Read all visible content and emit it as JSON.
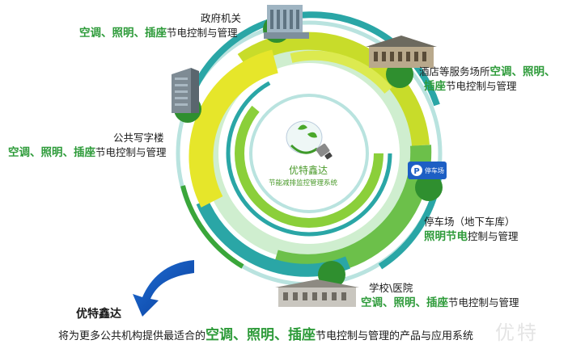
{
  "center": {
    "title": "优特鑫达",
    "subtitle": "节能减排监控管理系统"
  },
  "nodes": [
    {
      "id": "gov",
      "name": "政府机关",
      "hl": "空调、照明、插座",
      "rest": "节电控制与管理"
    },
    {
      "id": "hotel",
      "name": "酒店等服务场所",
      "hl": "空调、照明、",
      "hl2": "插座",
      "rest": "节电控制与管理"
    },
    {
      "id": "office",
      "name": "公共写字楼",
      "hl": "空调、照明、插座",
      "rest": "节电控制与管理"
    },
    {
      "id": "parking",
      "name": "停车场（地下车库）",
      "hl": "照明节电",
      "rest": "控制与管理"
    },
    {
      "id": "school",
      "name": "学校\\医院",
      "hl": "空调、照明、插座",
      "rest": "节电控制与管理"
    }
  ],
  "parking_sign": "停车场",
  "brand": "优特鑫达",
  "slogan": {
    "pre": "将为更多公共机构提供最适合的",
    "items": [
      "空调",
      "照明",
      "插座"
    ],
    "sep": "、",
    "post": "节电控制与管理的产品与应用系统"
  },
  "watermark": "优特",
  "colors": {
    "teal": "#2aa6a6",
    "green": "#3aa63a",
    "lime": "#c8dc2a",
    "yellow": "#e6e62a",
    "paleteal": "#9fd6d0",
    "text_green": "#2e9b3a"
  }
}
